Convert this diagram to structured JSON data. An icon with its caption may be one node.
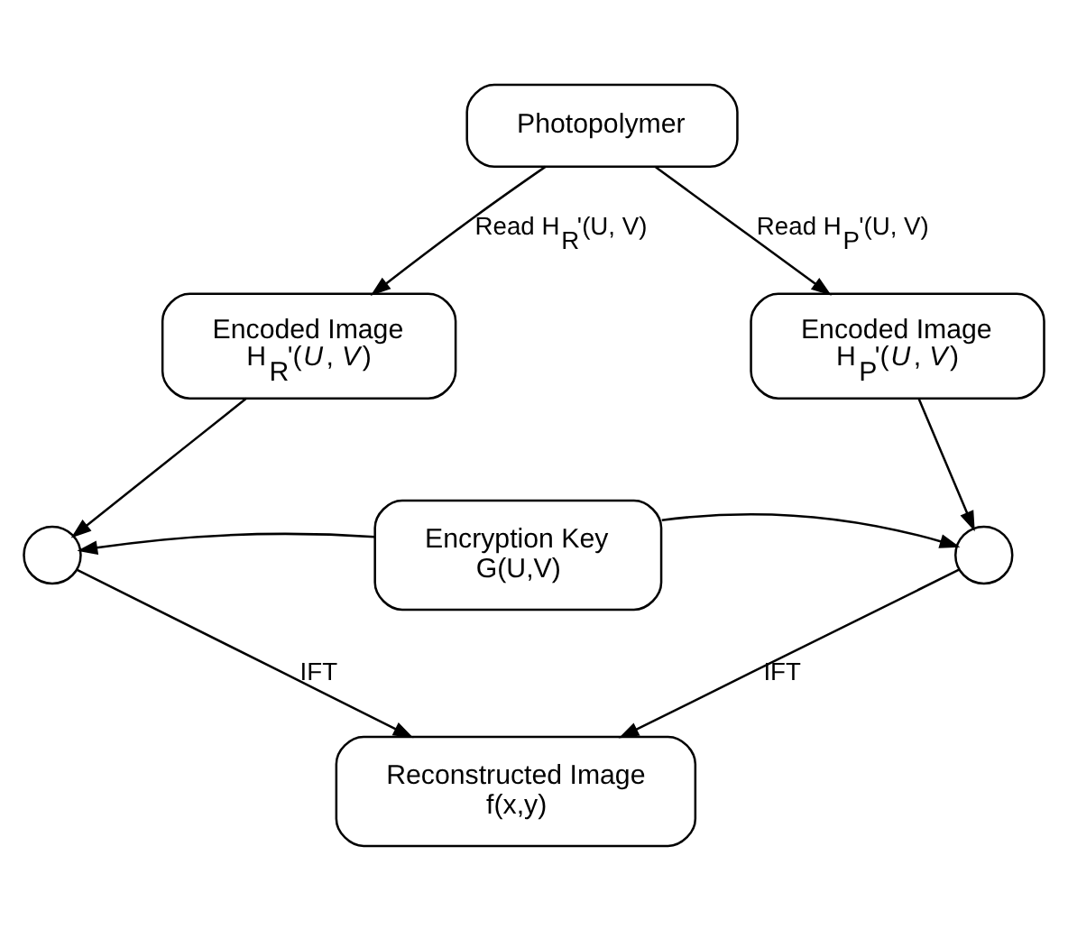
{
  "diagram": {
    "nodes": [
      {
        "text": [
          "Photopolymer"
        ]
      },
      {
        "text": [
          "Encoded Image",
          "H$_{R}$'(*U*, *V*)"
        ]
      },
      {
        "text": [
          "Encoded Image",
          "H$_{P}$'(*U*, *V*)"
        ]
      },
      {
        "text": [],
        "shape": "circle"
      },
      {
        "text": [
          "Encryption Key",
          "G(U,V)"
        ]
      },
      {
        "text": [],
        "shape": "circle"
      },
      {
        "text": [
          "Reconstructed Image",
          "f(x,y)"
        ]
      }
    ],
    "edges": [
      {
        "from": 0,
        "to": 1,
        "arrow": "to",
        "label": "Read H$_{R}$'(U, V)"
      },
      {
        "from": 0,
        "to": 2,
        "arrow": "to",
        "label": "Read H$_{P}$'(U, V)"
      },
      {
        "from": 1,
        "to": 3,
        "arrow": "to"
      },
      {
        "from": 2,
        "to": 5,
        "arrow": "to"
      },
      {
        "from": 4,
        "to": 3,
        "arrow": "to"
      },
      {
        "from": 4,
        "to": 5,
        "arrow": "to"
      },
      {
        "from": 3,
        "to": 6,
        "arrow": "to",
        "label": "IFT"
      },
      {
        "from": 5,
        "to": 6,
        "arrow": "to",
        "label": "IFT"
      }
    ]
  }
}
